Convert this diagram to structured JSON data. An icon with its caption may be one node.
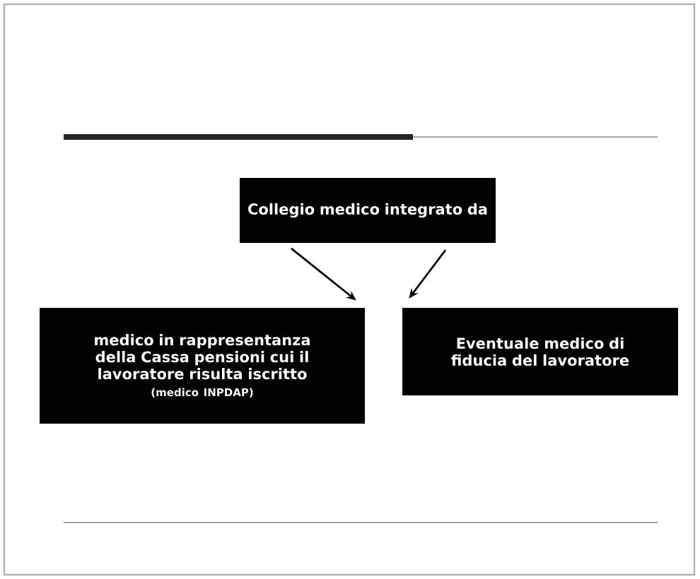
{
  "diagram": {
    "nodes": [
      {
        "text": [
          "Collegio medico integrato da"
        ]
      },
      {
        "text": [
          "medico in rappresentanza della Cassa pensioni cui il lavoratore risulta iscritto",
          "(medico INPDAP)"
        ]
      },
      {
        "text": [
          "Eventuale medico di fiducia del lavoratore"
        ]
      }
    ],
    "edges": [
      {
        "from": 0,
        "to": 1,
        "arrow": "to"
      },
      {
        "from": 0,
        "to": 2,
        "arrow": "to"
      }
    ]
  }
}
